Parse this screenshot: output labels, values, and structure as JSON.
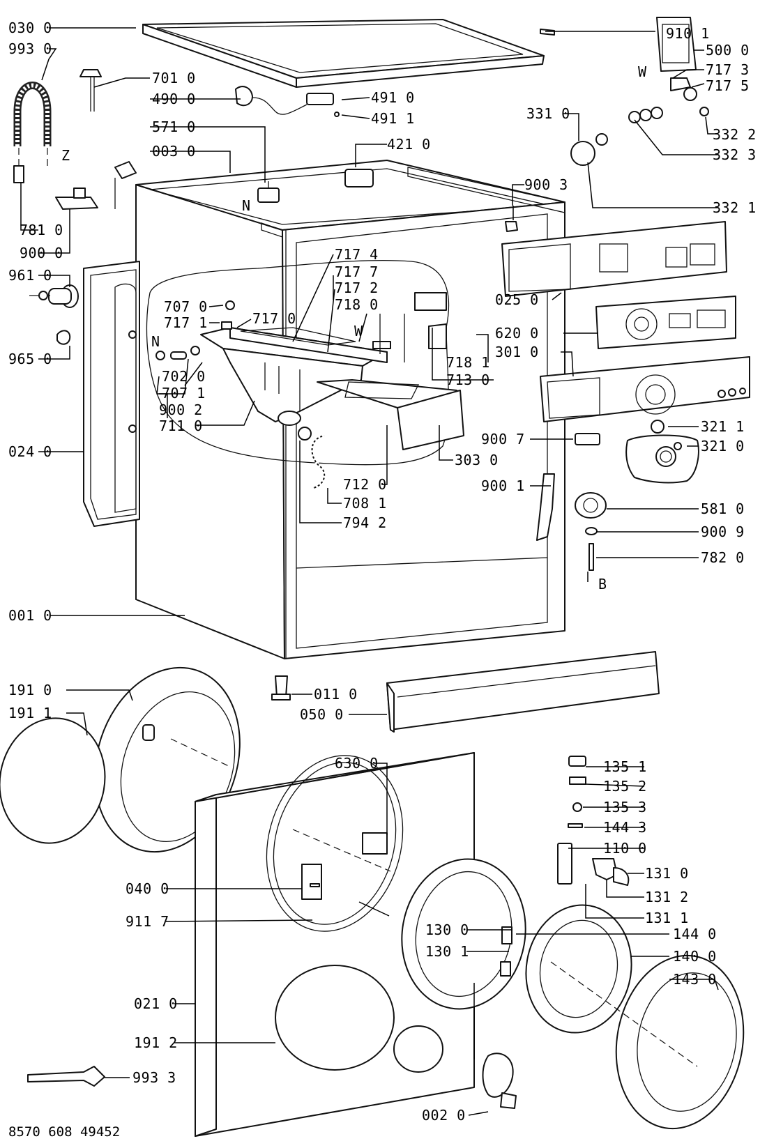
{
  "drawing_code": "8570 608 49452",
  "labels": {
    "l0300": "030 0",
    "l9930": "993 0",
    "l7010": "701 0",
    "l4900": "490 0",
    "l5710": "571 0",
    "l0030": "003 0",
    "l7810": "781 0",
    "l9000": "900 0",
    "l9610": "961 0",
    "l9650": "965 0",
    "l7070": "707 0",
    "l7171": "717 1",
    "l7170": "717 0",
    "l7020": "702 0",
    "l7071": "707 1",
    "l9002": "900 2",
    "l7110": "711 0",
    "l0240": "024 0",
    "l7174": "717 4",
    "l7177": "717 7",
    "l7172": "717 2",
    "l7180": "718 0",
    "l7181": "718 1",
    "l7130": "713 0",
    "l7120": "712 0",
    "l7081": "708 1",
    "l7942": "794 2",
    "l9101": "910 1",
    "l5000": "500 0",
    "l7173": "717 3",
    "l7175": "717 5",
    "l4910": "491 0",
    "l4911": "491 1",
    "l3310": "331 0",
    "l3322": "332 2",
    "l3323": "332 3",
    "l4210": "421 0",
    "l9003": "900 3",
    "l3321": "332 1",
    "l0250": "025 0",
    "l6200": "620 0",
    "l3010": "301 0",
    "l3211": "321 1",
    "l3210": "321 0",
    "l9007": "900 7",
    "l3030": "303 0",
    "l9001": "900 1",
    "l5810": "581 0",
    "l9009": "900 9",
    "l7820": "782 0",
    "l0010": "001 0",
    "l0110": "011 0",
    "l0500": "050 0",
    "l1910": "191 0",
    "l1911": "191 1",
    "l1351": "135 1",
    "l1352": "135 2",
    "l1353": "135 3",
    "l1443": "144 3",
    "l1100": "110 0",
    "l1310": "131 0",
    "l1312": "131 2",
    "l1311": "131 1",
    "l6300": "630 0",
    "l0400": "040 0",
    "l9117": "911 7",
    "l1300": "130 0",
    "l1301": "130 1",
    "l1440": "144 0",
    "l1400": "140 0",
    "l1430": "143 0",
    "l0210": "021 0",
    "l1912": "191 2",
    "l9933": "993 3",
    "l0020": "002 0"
  },
  "markers": {
    "Z": "Z",
    "N1": "N",
    "N2": "N",
    "W1": "W",
    "W2": "W",
    "B": "B"
  }
}
